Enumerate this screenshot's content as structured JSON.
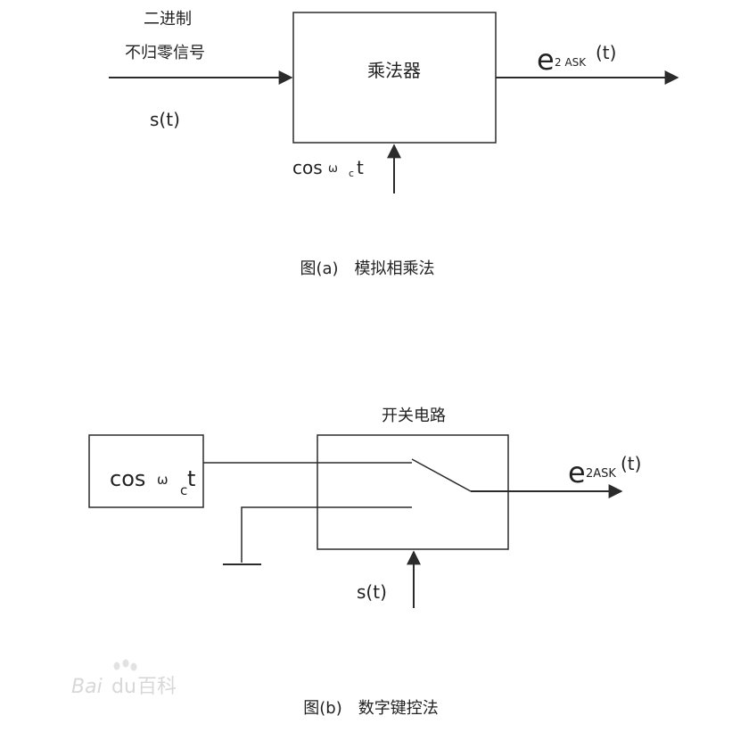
{
  "colors": {
    "line": "#2b2b2b",
    "text": "#222222",
    "watermark": "#d8d8d8",
    "background": "#ffffff"
  },
  "fig_a": {
    "input_label_line1": "二进制",
    "input_label_line2": "不归零信号",
    "input_signal": "s(t)",
    "block_label": "乘法器",
    "carrier_main": "cos",
    "carrier_omega": "ω",
    "carrier_sub": "c",
    "carrier_t": "t",
    "output_e": "e",
    "output_sub": "2 ASK",
    "output_t": "(t)",
    "caption": "图(a)　模拟相乘法"
  },
  "fig_b": {
    "carrier_main": "cos",
    "carrier_omega": "ω",
    "carrier_sub": "c",
    "carrier_t": "t",
    "switch_label": "开关电路",
    "output_e": "e",
    "output_sub": "2ASK",
    "output_t": "(t)",
    "control_signal": "s(t)",
    "caption": "图(b)　数字键控法"
  },
  "watermark": {
    "logo_text": "Bai",
    "logo_glyph": "du",
    "brand": "百科"
  }
}
